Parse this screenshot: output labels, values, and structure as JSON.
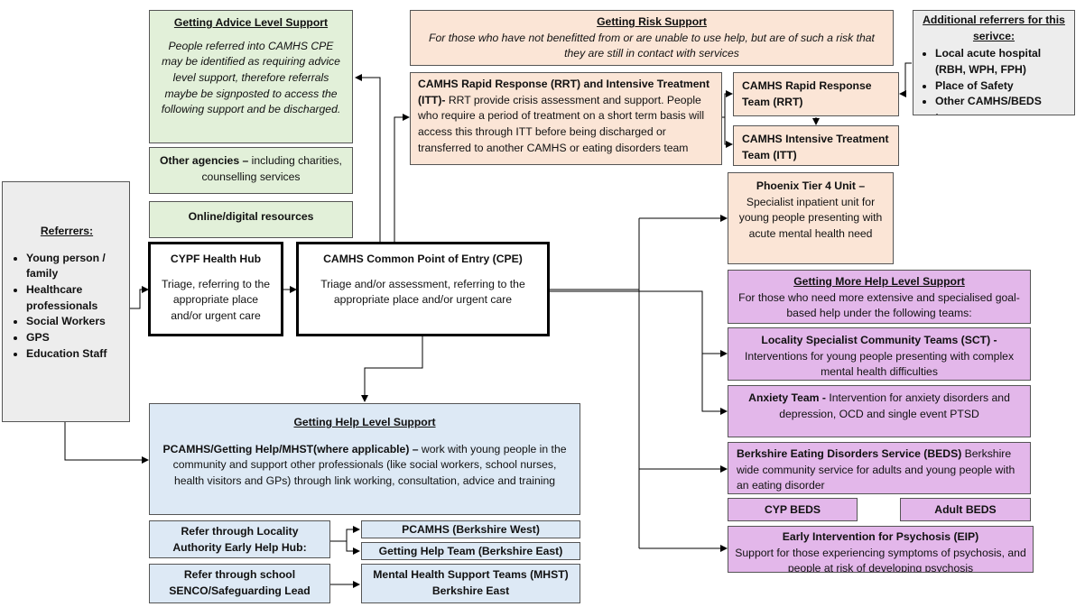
{
  "referrers": {
    "title": "Referrers:",
    "items": [
      "Young person / family",
      "Healthcare professionals",
      "Social Workers",
      "GPS",
      "Education Staff"
    ]
  },
  "advice": {
    "title": "Getting Advice Level Support",
    "body": "People referred into CAMHS CPE may be identified as requiring advice level support, therefore referrals maybe be signposted to access the following support and be discharged.",
    "other_agencies_bold": "Other agencies –",
    "other_agencies_rest": " including charities, counselling services",
    "online": "Online/digital resources"
  },
  "hub": {
    "title": "CYPF Health Hub",
    "body": "Triage, referring to the appropriate place and/or urgent care"
  },
  "cpe": {
    "title": "CAMHS Common Point of Entry (CPE)",
    "body": "Triage and/or assessment, referring to the appropriate place and/or urgent care"
  },
  "risk": {
    "title": "Getting Risk Support",
    "body": "For those who have not benefitted from or are unable to use help, but are of such a risk that they are still in contact with services",
    "rrt_bold": "CAMHS Rapid Response (RRT) and Intensive Treatment (ITT)-",
    "rrt_rest": " RRT provide crisis assessment and support. People who require a period of treatment on a short term basis will access this through ITT before being discharged or transferred to another CAMHS or eating disorders team",
    "rrt_team": "CAMHS Rapid Response Team (RRT)",
    "itt_team": "CAMHS Intensive Treatment Team (ITT)"
  },
  "additional": {
    "title": "Additional referrers for this serivce:",
    "items": [
      "Local acute hospital (RBH, WPH, FPH)",
      "Place of Safety",
      "Other CAMHS/BEDS team"
    ]
  },
  "phoenix": {
    "title": "Phoenix Tier 4 Unit –",
    "body": "Specialist inpatient unit for young people presenting with acute mental health need"
  },
  "more_help": {
    "title": "Getting More Help Level Support",
    "body": "For those who need more extensive and specialised goal-based help  under the following teams:",
    "sct_bold": "Locality Specialist Community Teams (SCT) -",
    "sct_rest": "Interventions for young people presenting with complex mental health difficulties",
    "anxiety_bold": "Anxiety Team -",
    "anxiety_rest": " Intervention for anxiety disorders and depression, OCD and single event PTSD",
    "beds_bold": "Berkshire Eating Disorders Service (BEDS)",
    "beds_rest": " Berkshire wide community service for adults and young people with an eating disorder",
    "cyp_beds": "CYP BEDS",
    "adult_beds": "Adult BEDS",
    "eip_bold": "Early Intervention for Psychosis (EIP)",
    "eip_rest": "Support for those experiencing symptoms of psychosis, and people at risk of developing psychosis"
  },
  "help": {
    "title": "Getting Help Level Support",
    "body_bold": "PCAMHS/Getting Help/MHST(where applicable) –",
    "body_rest": " work with young people in the community and support other professionals (like social workers, school nurses, health visitors and GPs) through link working, consultation, advice and training",
    "locality": "Refer through Locality Authority Early Help Hub:",
    "school": "Refer through school SENCO/Safeguarding Lead",
    "pcamhs": "PCAMHS (Berkshire West)",
    "getting_help": "Getting Help Team (Berkshire East)",
    "mhst": "Mental Health Support Teams (MHST) Berkshire East"
  }
}
